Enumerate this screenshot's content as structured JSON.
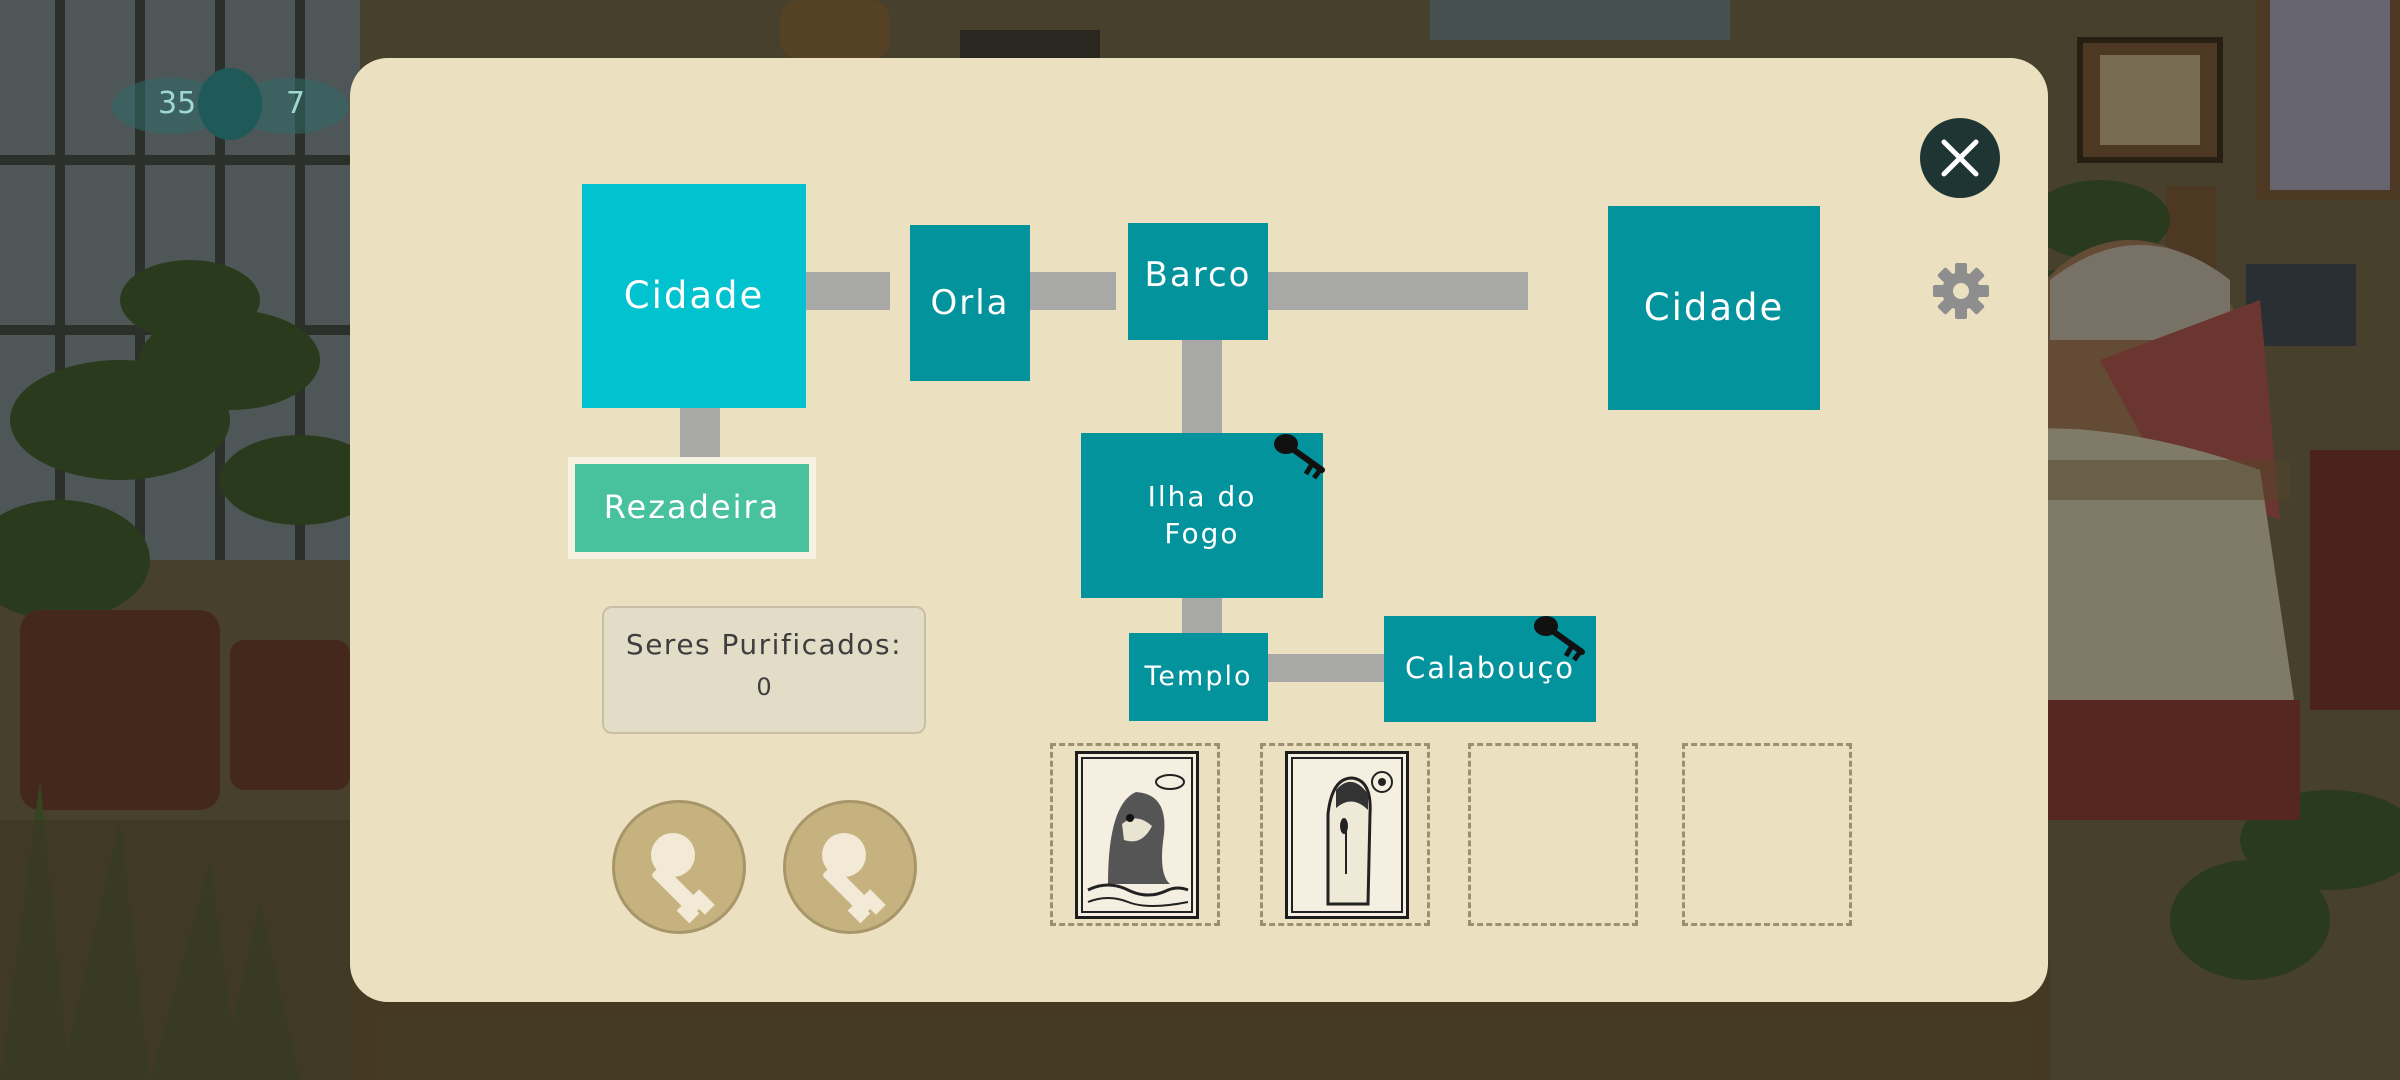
{
  "hud": {
    "left_value": "35",
    "right_value": "7"
  },
  "map": {
    "rooms": {
      "cidade_start": "Cidade",
      "orla": "Orla",
      "barco": "Barco",
      "cidade_end": "Cidade",
      "rezadeira": "Rezadeira",
      "ilha_do_fogo": "Ilha do Fogo",
      "templo": "Templo",
      "calabouco": "Calabouço"
    },
    "locked_rooms": [
      "Ilha do Fogo",
      "Calabouço"
    ]
  },
  "purified": {
    "label": "Seres Purificados:",
    "count": "0"
  },
  "keys_held": 2,
  "card_slots": [
    {
      "filled": true,
      "icon": "sea-monster-card-icon"
    },
    {
      "filled": true,
      "icon": "masked-figure-card-icon"
    },
    {
      "filled": false
    },
    {
      "filled": false
    }
  ],
  "controls": {
    "close_label": "X",
    "settings_icon": "gear-icon"
  },
  "colors": {
    "panel": "#ebe0bf",
    "room": "#03939c",
    "current_room": "#01c2cf",
    "healer_room": "#48c19d",
    "corridor": "#a8a8a6",
    "close_button": "#1f3533"
  }
}
